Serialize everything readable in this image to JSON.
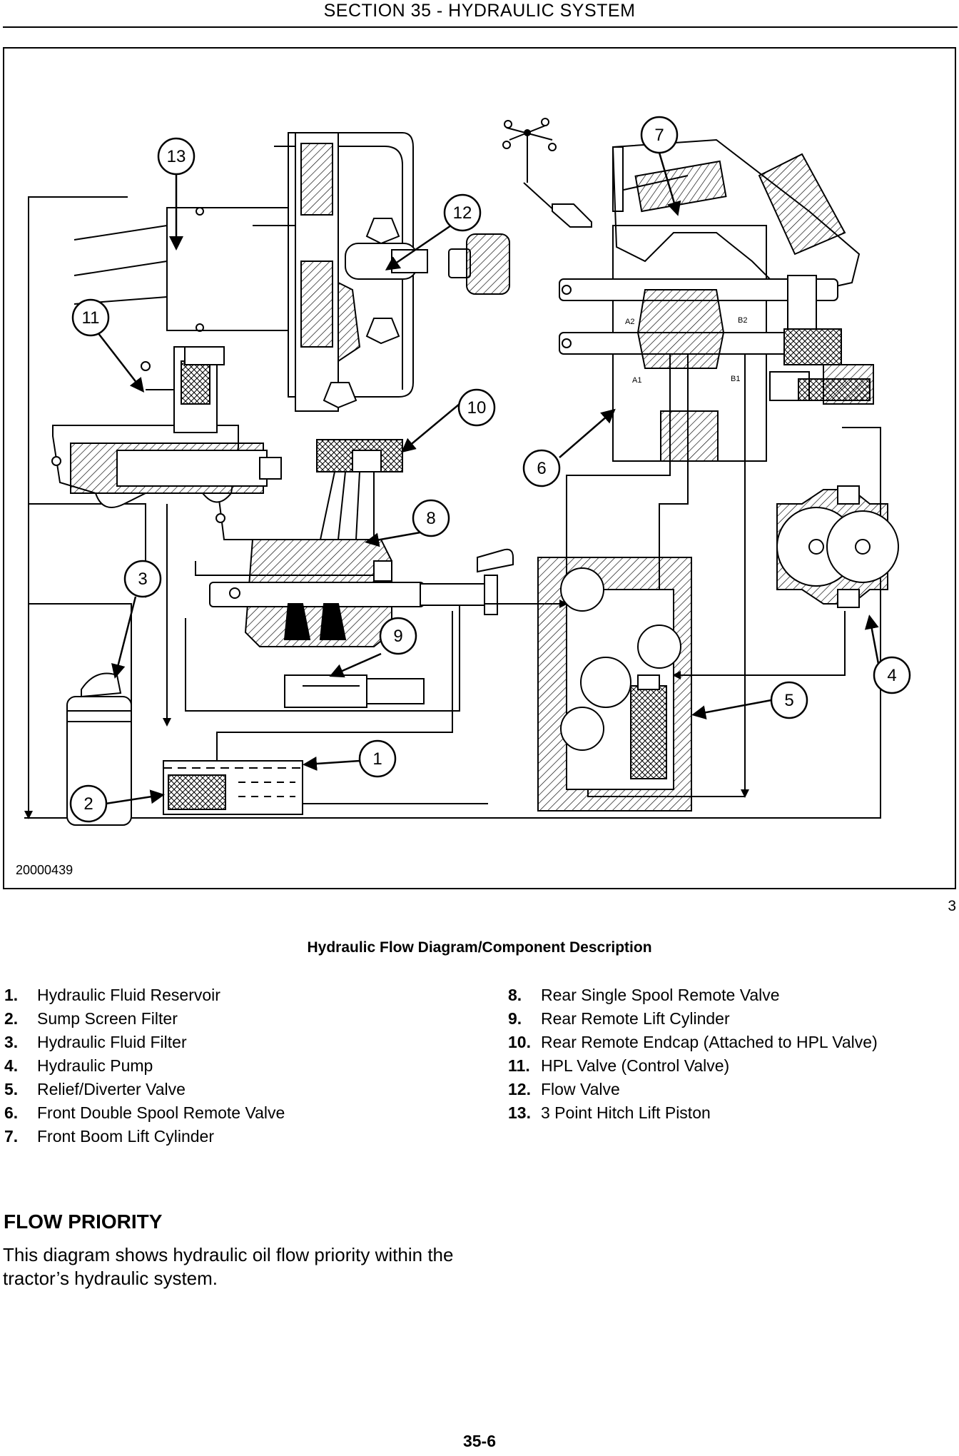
{
  "header": {
    "title": "SECTION 35 - HYDRAULIC SYSTEM"
  },
  "figure": {
    "id": "20000439",
    "number": "3",
    "callouts": [
      "1",
      "2",
      "3",
      "4",
      "5",
      "6",
      "7",
      "8",
      "9",
      "10",
      "11",
      "12",
      "13"
    ],
    "port_labels": [
      "A2",
      "B2",
      "A1",
      "B1"
    ]
  },
  "caption": "Hydraulic Flow Diagram/Component Description",
  "legend_left": [
    {
      "num": "1.",
      "label": "Hydraulic Fluid Reservoir"
    },
    {
      "num": "2.",
      "label": "Sump Screen Filter"
    },
    {
      "num": "3.",
      "label": "Hydraulic Fluid Filter"
    },
    {
      "num": "4.",
      "label": "Hydraulic Pump"
    },
    {
      "num": "5.",
      "label": "Relief/Diverter Valve"
    },
    {
      "num": "6.",
      "label": "Front Double Spool Remote Valve"
    },
    {
      "num": "7.",
      "label": "Front Boom Lift Cylinder"
    }
  ],
  "legend_right": [
    {
      "num": "8.",
      "label": "Rear Single Spool Remote Valve"
    },
    {
      "num": "9.",
      "label": "Rear Remote Lift Cylinder"
    },
    {
      "num": "10.",
      "label": "Rear Remote Endcap (Attached to HPL Valve)"
    },
    {
      "num": "11.",
      "label": "HPL Valve (Control Valve)"
    },
    {
      "num": "12.",
      "label": "Flow Valve"
    },
    {
      "num": "13.",
      "label": "3 Point Hitch Lift Piston"
    }
  ],
  "section": {
    "heading": "FLOW PRIORITY",
    "body": "This diagram shows hydraulic oil flow priority within the tractor’s hydraulic system."
  },
  "footer": {
    "page_number": "35-6"
  }
}
